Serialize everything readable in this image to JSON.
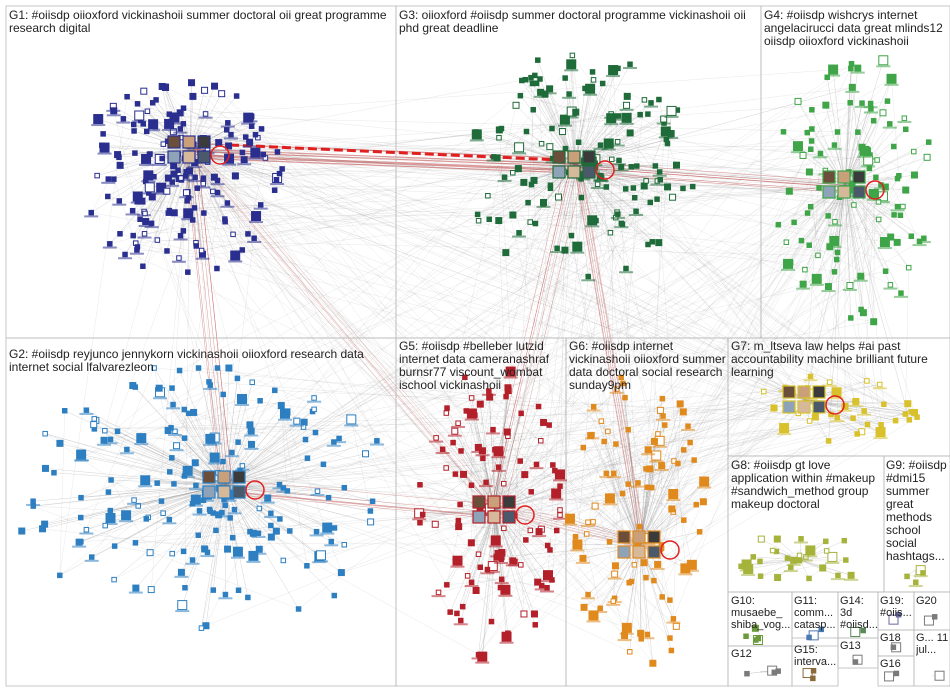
{
  "colors": {
    "g1": "#2a2f8f",
    "g2": "#2d7fc1",
    "g3": "#1f6b3a",
    "g4": "#3fa548",
    "g5": "#b3202a",
    "g6": "#e08a1e",
    "g7": "#d8c12a",
    "g8": "#a6b33a",
    "edge": "#8a8a8a",
    "edge_strong": "#b01e1e",
    "border": "#b9b9b9"
  },
  "groups": [
    {
      "id": "g1",
      "label": "G1: #oiisdp oiioxford vickinashoii summer doctoral oii great programme research digital"
    },
    {
      "id": "g2",
      "label": "G2: #oiisdp reyjunco jennykorn vickinashoii oiioxford research data internet social lfalvarezleon"
    },
    {
      "id": "g3",
      "label": "G3: oiioxford #oiisdp summer doctoral programme vickinashoii oii phd great deadline"
    },
    {
      "id": "g4",
      "label": "G4: #oiisdp wishcrys internet angelacirucci data great mlinds12 oiisdp oiioxford vickinashoii"
    },
    {
      "id": "g5",
      "label": "G5: #oiisdp #belleber lutzid internet data cameranashraf burnsr77 viscount_wombat ischool vickinashoii"
    },
    {
      "id": "g6",
      "label": "G6: #oiisdp internet vickinashoii oiioxford summer data doctoral social research sunday9pm"
    },
    {
      "id": "g7",
      "label": "G7: m_ltseva law helps #ai past accountability machine brilliant future learning"
    },
    {
      "id": "g8",
      "label": "G8: #oiisdp gt love application within #makeup #sandwich_method group makeup doctoral"
    },
    {
      "id": "g9",
      "label": "G9: #oiisdp #dmi15 summer great methods school social hashtags..."
    },
    {
      "id": "g10",
      "label": "G10: musaebe_ shiba_vog..."
    },
    {
      "id": "g11",
      "label": "G11: comm... catasp..."
    },
    {
      "id": "g12",
      "label": "G12"
    },
    {
      "id": "g13",
      "label": "G13"
    },
    {
      "id": "g14",
      "label": "G14: 3d #oiisd..."
    },
    {
      "id": "g15",
      "label": "G15: interva..."
    },
    {
      "id": "g16",
      "label": "G16"
    },
    {
      "id": "g18",
      "label": "G18"
    },
    {
      "id": "g19",
      "label": "G19: #oiis..."
    },
    {
      "id": "g20",
      "label": "G20"
    },
    {
      "id": "g21",
      "label": "G... 11 jul..."
    }
  ]
}
